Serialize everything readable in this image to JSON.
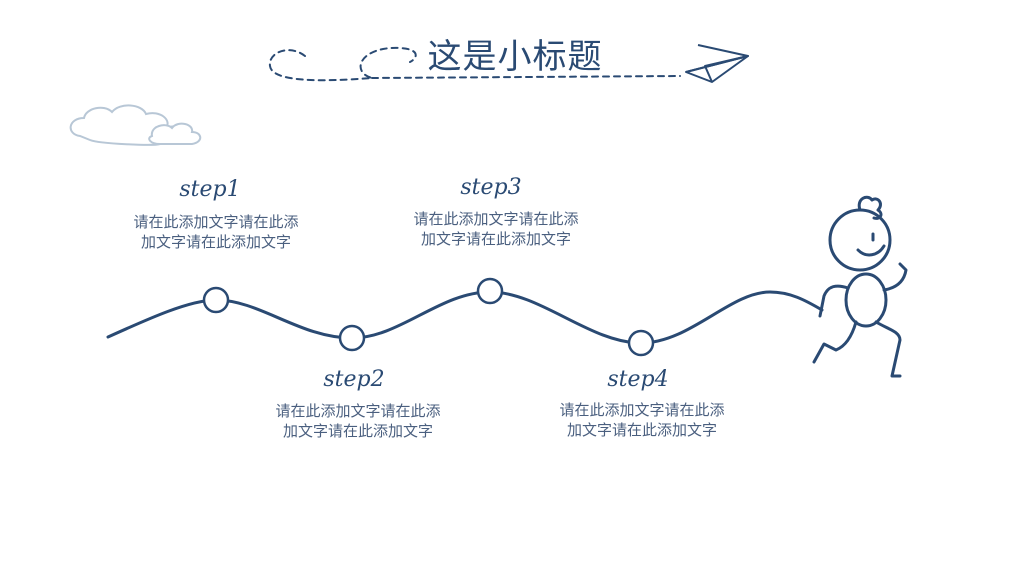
{
  "title": "这是小标题",
  "steps": [
    {
      "label": "step1",
      "text": "请在此添加文字请在此添加文字请在此添加文字"
    },
    {
      "label": "step2",
      "text": "请在此添加文字请在此添加文字请在此添加文字"
    },
    {
      "label": "step3",
      "text": "请在此添加文字请在此添加文字请在此添加文字"
    },
    {
      "label": "step4",
      "text": "请在此添加文字请在此添加文字请在此添加文字"
    }
  ],
  "colors": {
    "ink": "#2a4a73",
    "text": "#4a5f7f",
    "cloud": "#b8c7d6"
  },
  "icons": [
    "paper-plane-icon",
    "cloud-icon",
    "running-stick-figure-icon"
  ]
}
